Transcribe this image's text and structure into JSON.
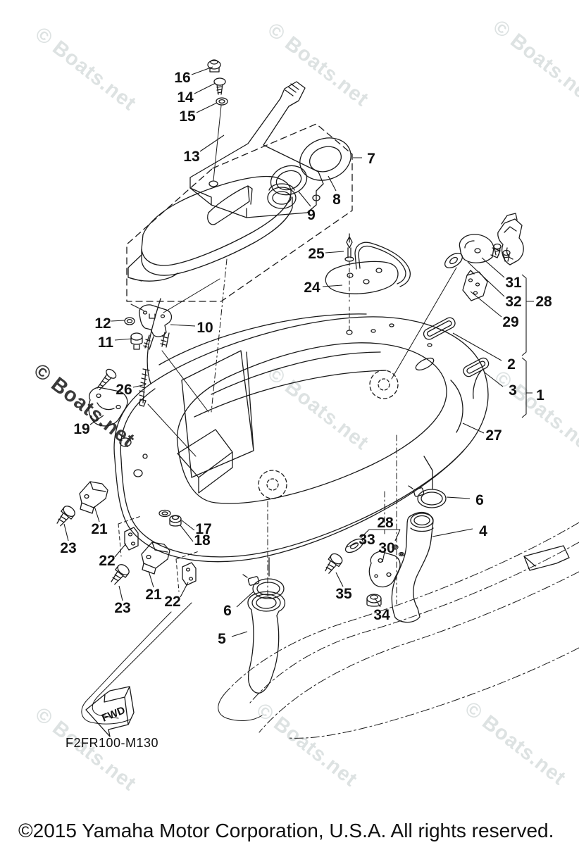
{
  "watermark": {
    "text": "© Boats.net"
  },
  "drawing": {
    "line_color": "#1a1a1a",
    "code": "F2FR100-M130"
  },
  "fwd_arrow": {
    "label": "FWD"
  },
  "footer": {
    "copyright": "©2015 Yamaha Motor Corporation, U.S.A. All rights reserved."
  },
  "callouts": [
    {
      "part": "16"
    },
    {
      "part": "14"
    },
    {
      "part": "15"
    },
    {
      "part": "13"
    },
    {
      "part": "7"
    },
    {
      "part": "8"
    },
    {
      "part": "9"
    },
    {
      "part": "25"
    },
    {
      "part": "24"
    },
    {
      "part": "31"
    },
    {
      "part": "32"
    },
    {
      "part": "28"
    },
    {
      "part": "29"
    },
    {
      "part": "12"
    },
    {
      "part": "11"
    },
    {
      "part": "10"
    },
    {
      "part": "2"
    },
    {
      "part": "3"
    },
    {
      "part": "1"
    },
    {
      "part": "26"
    },
    {
      "part": "19"
    },
    {
      "part": "27"
    },
    {
      "part": "6"
    },
    {
      "part": "4"
    },
    {
      "part": "21"
    },
    {
      "part": "23"
    },
    {
      "part": "22"
    },
    {
      "part": "17"
    },
    {
      "part": "18"
    },
    {
      "part": "28"
    },
    {
      "part": "33"
    },
    {
      "part": "30"
    },
    {
      "part": "35"
    },
    {
      "part": "34"
    },
    {
      "part": "21"
    },
    {
      "part": "23"
    },
    {
      "part": "22"
    },
    {
      "part": "6"
    },
    {
      "part": "5"
    }
  ]
}
